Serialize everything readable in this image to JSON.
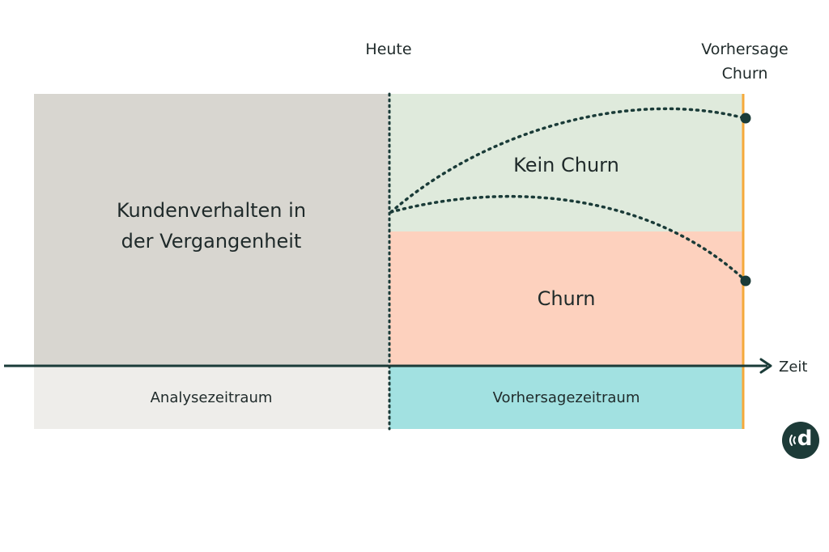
{
  "labels": {
    "heute": "Heute",
    "vorhersage_line1": "Vorhersage",
    "vorhersage_line2": "Churn",
    "past_line1": "Kundenverhalten in",
    "past_line2": "der Vergangenheit",
    "kein_churn": "Kein Churn",
    "churn": "Churn",
    "analyse": "Analysezeitraum",
    "vorhersagezeitraum": "Vorhersagezeitraum",
    "zeit": "Zeit",
    "logo": "d"
  },
  "colors": {
    "past": "#d8d6d0",
    "analyse": "#eeedea",
    "kein_churn": "#dfeadc",
    "churn": "#fdd1be",
    "vorhersagezeitraum": "#a2e1e1",
    "axis": "#1a3b38",
    "orange_line": "#f5a93a",
    "logo_bg": "#1d3b38"
  },
  "icons": [
    "arrow-right-icon",
    "logo-icon"
  ]
}
